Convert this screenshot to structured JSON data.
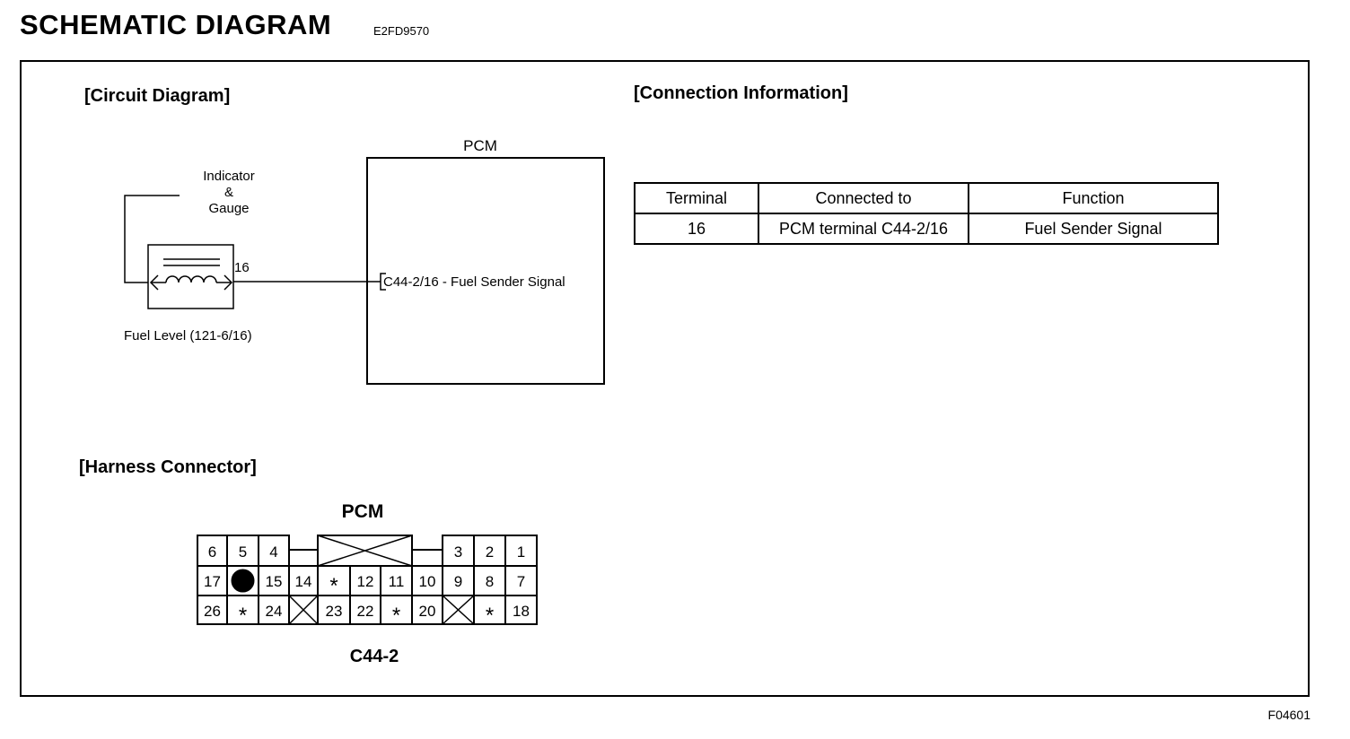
{
  "page": {
    "title": "SCHEMATIC DIAGRAM",
    "code": "E2FD9570",
    "figure_id": "F04601"
  },
  "circuit": {
    "heading": "[Circuit Diagram]",
    "pcm_label": "PCM",
    "indicator_label": [
      "Indicator",
      "&",
      "Gauge"
    ],
    "terminal_number": "16",
    "pcm_pin_label": "C44-2/16 - Fuel Sender Signal",
    "sensor_label": "Fuel Level (121-6/16)"
  },
  "connection_info": {
    "heading": "[Connection Information]",
    "headers": [
      "Terminal",
      "Connected to",
      "Function"
    ],
    "rows": [
      [
        "16",
        "PCM terminal C44-2/16",
        "Fuel Sender Signal"
      ]
    ]
  },
  "harness": {
    "heading": "[Harness Connector]",
    "pcm_label": "PCM",
    "connector_label": "C44-2",
    "row1_left": [
      "6",
      "5",
      "4"
    ],
    "row1_right": [
      "3",
      "2",
      "1"
    ],
    "row2": [
      "17",
      "",
      "15",
      "14",
      "*",
      "12",
      "11",
      "10",
      "9",
      "8",
      "7"
    ],
    "row3": [
      "26",
      "*",
      "24",
      "",
      "23",
      "22",
      "*",
      "20",
      "",
      "*",
      "18"
    ]
  }
}
